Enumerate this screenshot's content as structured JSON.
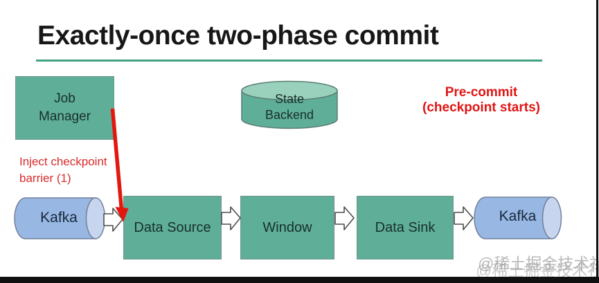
{
  "title": "Exactly-once two-phase commit",
  "nodes": {
    "job_manager": {
      "line1": "Job",
      "line2": "Manager"
    },
    "state_backend": {
      "line1": "State",
      "line2": "Backend"
    },
    "kafka_source": {
      "label": "Kafka"
    },
    "data_source": {
      "label": "Data Source"
    },
    "window": {
      "label": "Window"
    },
    "data_sink": {
      "label": "Data Sink"
    },
    "kafka_sink": {
      "label": "Kafka"
    }
  },
  "annotations": {
    "pre_commit": {
      "line1": "Pre-commit",
      "line2": "(checkpoint starts)"
    },
    "inject": {
      "line1": "Inject checkpoint",
      "line2": "barrier (1)"
    }
  },
  "watermark": {
    "text": "@稀土掘金技术社区"
  },
  "colors": {
    "box_fill": "#5fae98",
    "cylinder_top_fill": "#9ad1bd",
    "kafka_body_fill": "#98b7e2",
    "kafka_cap_fill": "#c7d6ee",
    "title_underline": "#43a183",
    "annotation_red": "#e01414",
    "arrow_red": "#e3170d"
  }
}
